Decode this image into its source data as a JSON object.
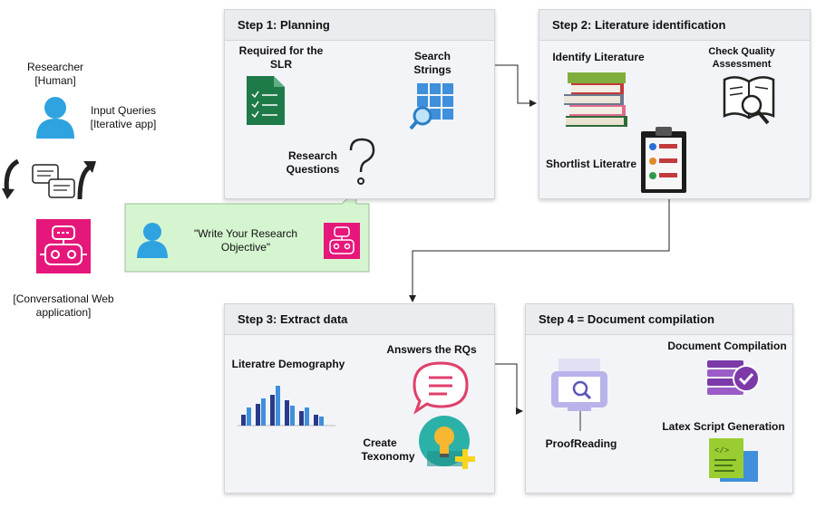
{
  "left": {
    "researcher_name": "Researcher",
    "researcher_role": "[Human]",
    "input_queries": "Input Queries",
    "iterative_app": "[Iterative app]",
    "web_app_line1": "[Conversational Web",
    "web_app_line2": "application]"
  },
  "bubble": {
    "line1": "\"Write Your Research",
    "line2": "Objective\""
  },
  "step1": {
    "title": "Step 1: Planning",
    "required_line1": "Required for the",
    "required_line2": "SLR",
    "search_line1": "Search",
    "search_line2": "Strings",
    "rq_line1": "Research",
    "rq_line2": "Questions"
  },
  "step2": {
    "title": "Step 2: Literature identification",
    "identify": "Identify Literature",
    "quality_line1": "Check Quality",
    "quality_line2": "Assessment",
    "shortlist": "Shortlist Literatre"
  },
  "step3": {
    "title": "Step 3: Extract data",
    "demography": "Literatre Demography",
    "answers": "Answers the RQs",
    "taxonomy_line1": "Create",
    "taxonomy_line2": "Texonomy"
  },
  "step4": {
    "title": "Step 4 = Document compilation",
    "doc_compilation": "Document Compilation",
    "latex": "Latex Script Generation",
    "proofreading": "ProofReading"
  },
  "colors": {
    "person_blue": "#2ea3e0",
    "robot_pink": "#e6177a",
    "bubble_green": "#d5f5d0",
    "doc_green": "#1e7a48"
  }
}
